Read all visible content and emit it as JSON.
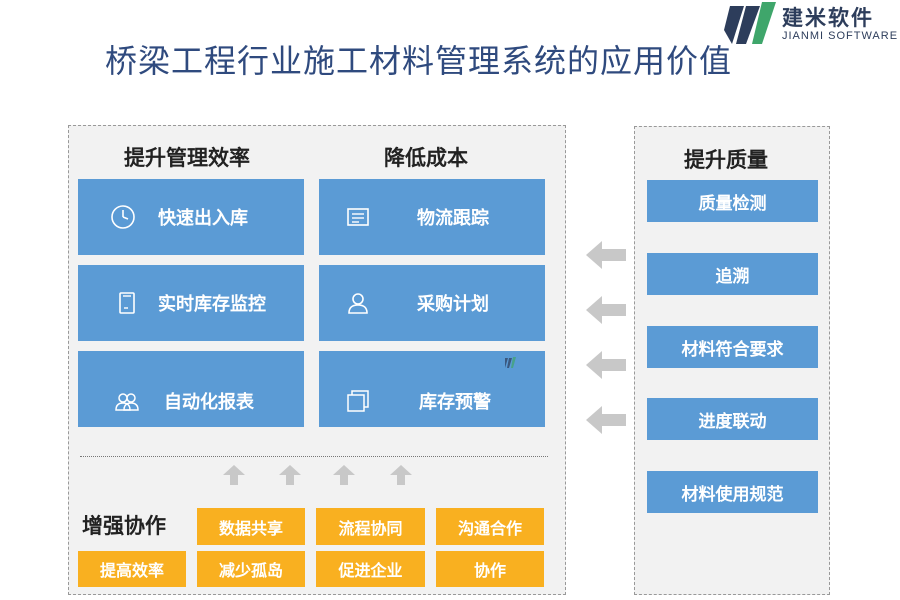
{
  "title": "桥梁工程行业施工材料管理系统的应用价值",
  "logo": {
    "cn": "建米软件",
    "en": "JIANMI SOFTWARE"
  },
  "left_panel": {
    "col1_heading": "提升管理效率",
    "col2_heading": "降低成本",
    "tiles": [
      {
        "label": "快速出入库",
        "icon": "clock-icon"
      },
      {
        "label": "物流跟踪",
        "icon": "document-icon"
      },
      {
        "label": "实时库存监控",
        "icon": "clipboard-icon"
      },
      {
        "label": "采购计划",
        "icon": "user-icon"
      },
      {
        "label": "自动化报表",
        "icon": "group-icon"
      },
      {
        "label": "库存预警",
        "icon": "layers-icon"
      }
    ],
    "collab_heading": "增强协作",
    "collab_items": [
      "数据共享",
      "流程协同",
      "沟通合作",
      "提高效率",
      "减少孤岛",
      "促进企业",
      "协作"
    ]
  },
  "right_panel": {
    "heading": "提升质量",
    "items": [
      "质量检测",
      "追溯",
      "材料符合要求",
      "进度联动",
      "材料使用规范"
    ]
  },
  "colors": {
    "title": "#2f4a7e",
    "blue_tile": "#5b9bd5",
    "orange_tile": "#f9b020",
    "arrow": "#c8c8c8"
  }
}
